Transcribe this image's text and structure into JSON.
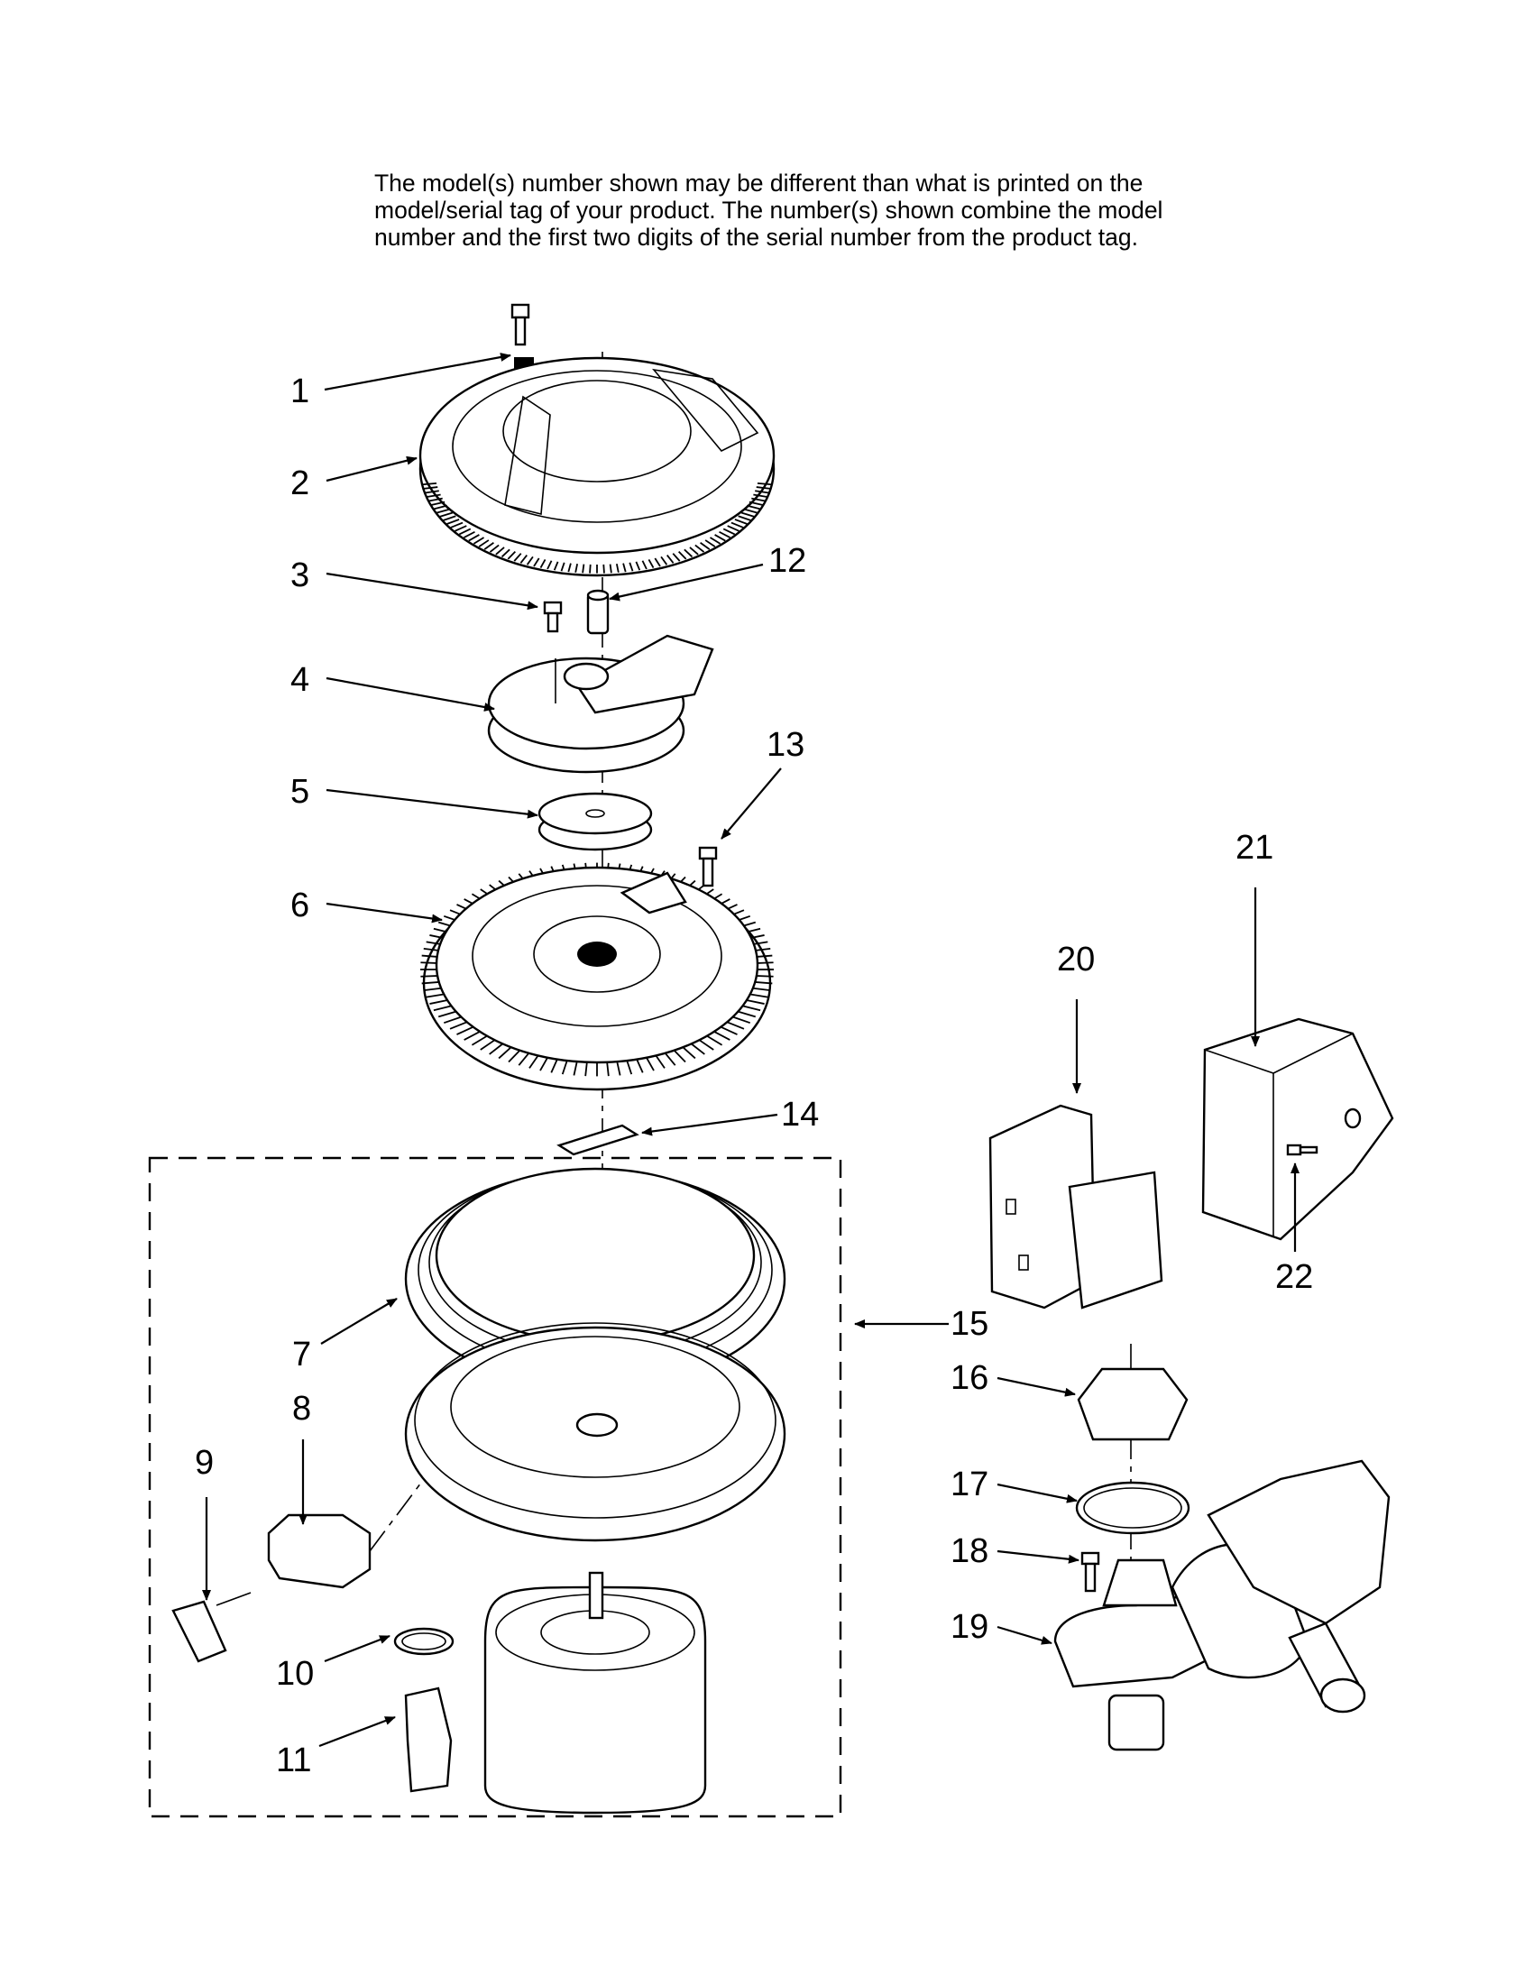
{
  "notice": {
    "line1": "The model(s) number shown may be different than what is printed on the",
    "line2": "model/serial tag of your product. The number(s) shown combine the model",
    "line3": "number and the first two digits of the serial number from the product tag."
  },
  "callouts": {
    "c1": "1",
    "c2": "2",
    "c3": "3",
    "c4": "4",
    "c5": "5",
    "c6": "6",
    "c7": "7",
    "c8": "8",
    "c9": "9",
    "c10": "10",
    "c11": "11",
    "c12": "12",
    "c13": "13",
    "c14": "14",
    "c15": "15",
    "c16": "16",
    "c17": "17",
    "c18": "18",
    "c19": "19",
    "c20": "20",
    "c21": "21",
    "c22": "22"
  }
}
